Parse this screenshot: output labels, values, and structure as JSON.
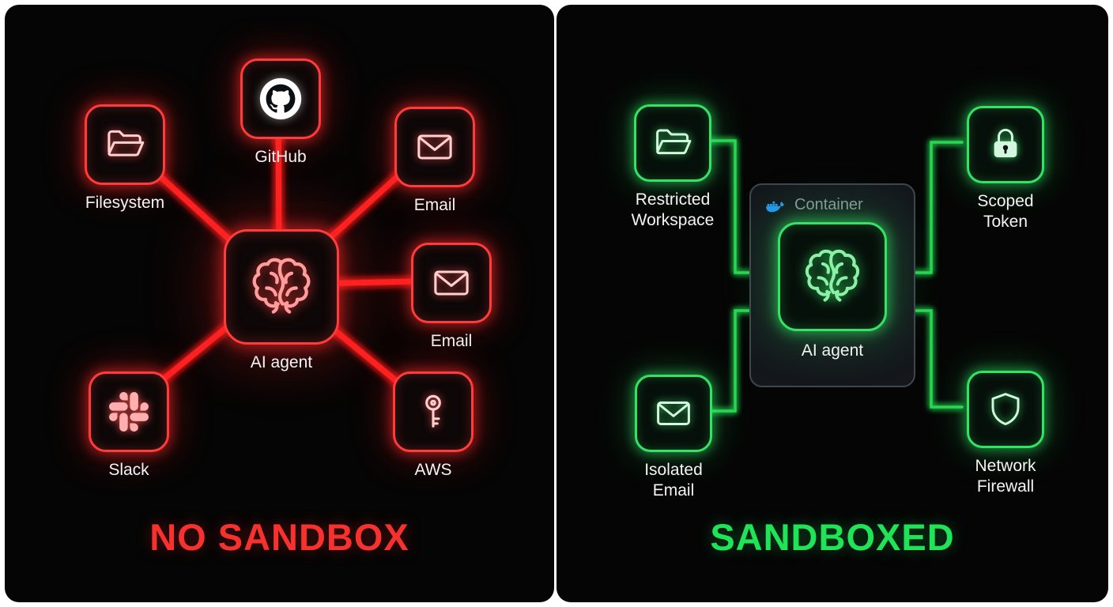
{
  "left": {
    "title": "NO SANDBOX",
    "accent_color": "#ff2b2b",
    "agent_label": "AI agent",
    "nodes": [
      {
        "id": "filesystem",
        "label": "Filesystem",
        "icon": "folder-icon"
      },
      {
        "id": "github",
        "label": "GitHub",
        "icon": "github-icon"
      },
      {
        "id": "email-top",
        "label": "Email",
        "icon": "mail-icon"
      },
      {
        "id": "email-mid",
        "label": "Email",
        "icon": "mail-icon"
      },
      {
        "id": "aws",
        "label": "AWS",
        "icon": "key-icon"
      },
      {
        "id": "slack",
        "label": "Slack",
        "icon": "slack-icon"
      }
    ]
  },
  "right": {
    "title": "SANDBOXED",
    "accent_color": "#2ee05c",
    "container_label": "Container",
    "agent_label": "AI agent",
    "nodes": [
      {
        "id": "restricted-workspace",
        "label": "Restricted Workspace",
        "icon": "folder-icon"
      },
      {
        "id": "scoped-token",
        "label": "Scoped Token",
        "icon": "lock-icon"
      },
      {
        "id": "isolated-email",
        "label": "Isolated Email",
        "icon": "mail-icon"
      },
      {
        "id": "network-firewall",
        "label": "Network Firewall",
        "icon": "shield-icon"
      }
    ]
  }
}
